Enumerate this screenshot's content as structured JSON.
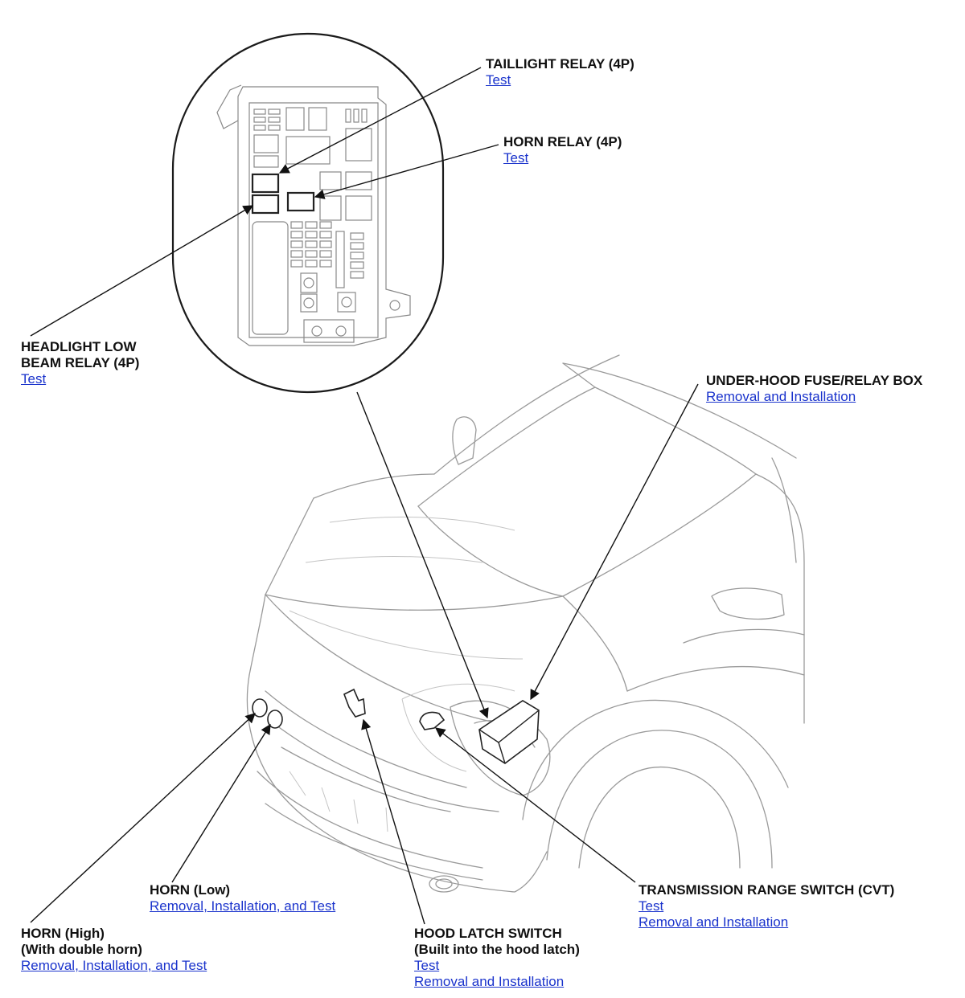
{
  "callouts": {
    "taillight_relay": {
      "title": "TAILLIGHT RELAY (4P)",
      "links": [
        "Test"
      ]
    },
    "horn_relay": {
      "title": "HORN RELAY (4P)",
      "links": [
        "Test"
      ]
    },
    "headlight_low_beam_relay": {
      "title_lines": [
        "HEADLIGHT LOW",
        "BEAM RELAY (4P)"
      ],
      "links": [
        "Test"
      ]
    },
    "under_hood_box": {
      "title": "UNDER-HOOD FUSE/RELAY BOX",
      "links": [
        "Removal and Installation"
      ]
    },
    "horn_low": {
      "title": "HORN (Low)",
      "links": [
        "Removal, Installation, and Test"
      ]
    },
    "horn_high": {
      "title_lines": [
        "HORN (High)",
        "(With double horn)"
      ],
      "links": [
        "Removal, Installation, and Test"
      ]
    },
    "hood_latch_switch": {
      "title_lines": [
        "HOOD LATCH SWITCH",
        "(Built into the hood latch)"
      ],
      "links": [
        "Test",
        "Removal and Installation"
      ]
    },
    "transmission_range_switch": {
      "title": "TRANSMISSION RANGE SWITCH (CVT)",
      "links": [
        "Test",
        "Removal and Installation"
      ]
    }
  },
  "colors": {
    "link": "#1a33cc",
    "leader": "#111111",
    "outline": "#9a9a9a"
  }
}
